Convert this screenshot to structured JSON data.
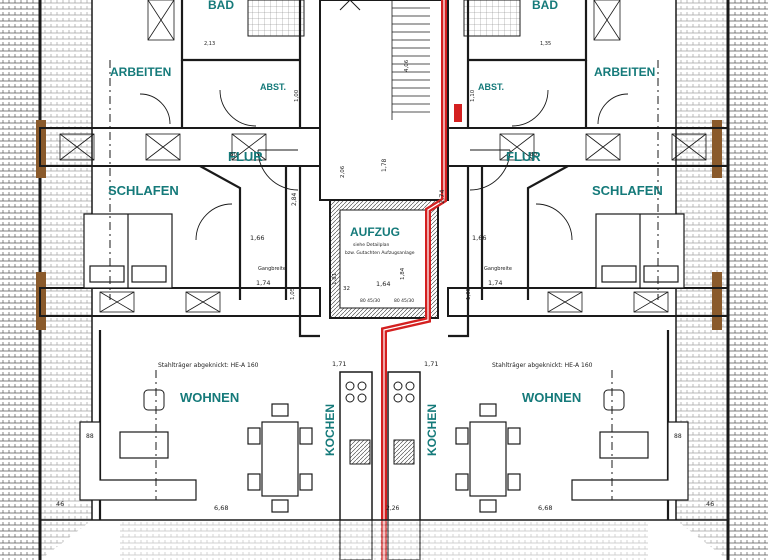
{
  "plan": {
    "colors": {
      "wall": "#1a1a1a",
      "roof_hatch": "#555555",
      "red_line": "#d42020",
      "label": "#157a7a",
      "wood": "#8a5a2b",
      "pale": "#f4f1e8"
    },
    "rooms": {
      "bad": "BAD",
      "arbeiten": "ARBEITEN",
      "abst": "ABST.",
      "flur": "FLUR",
      "schlafen": "SCHLAFEN",
      "wohnen": "WOHNEN",
      "kochen": "KOCHEN",
      "aufzug": "AUFZUG"
    },
    "notes": {
      "aufzug_line1": "siehe Detailplan",
      "aufzug_line2": "bzw. Gutachten Aufzugsanlage",
      "stahltraeger": "Stahlträger abgeknickt: HE-A 160",
      "gangbreite": "Gangbreite"
    },
    "dims": {
      "d_166": "1,66",
      "d_164": "1,64",
      "d_171": "1,71",
      "d_274": "2,74",
      "d_668": "6,68",
      "d_174": "1,74",
      "d_226": "2,26",
      "d_178": "1,78",
      "d_284": "2,84",
      "d_46": "46",
      "d_88": "88",
      "d_80": "80",
      "d_100": "1,00",
      "d_110": "1,10",
      "d_105": "1,05",
      "d_181": "1,81",
      "d_32": "32",
      "d_8045": "80 45/30",
      "d_406": "4,06",
      "d_213": "2,13",
      "d_135": "1,35",
      "d_184": "1,84",
      "d_206": "2,06"
    }
  }
}
